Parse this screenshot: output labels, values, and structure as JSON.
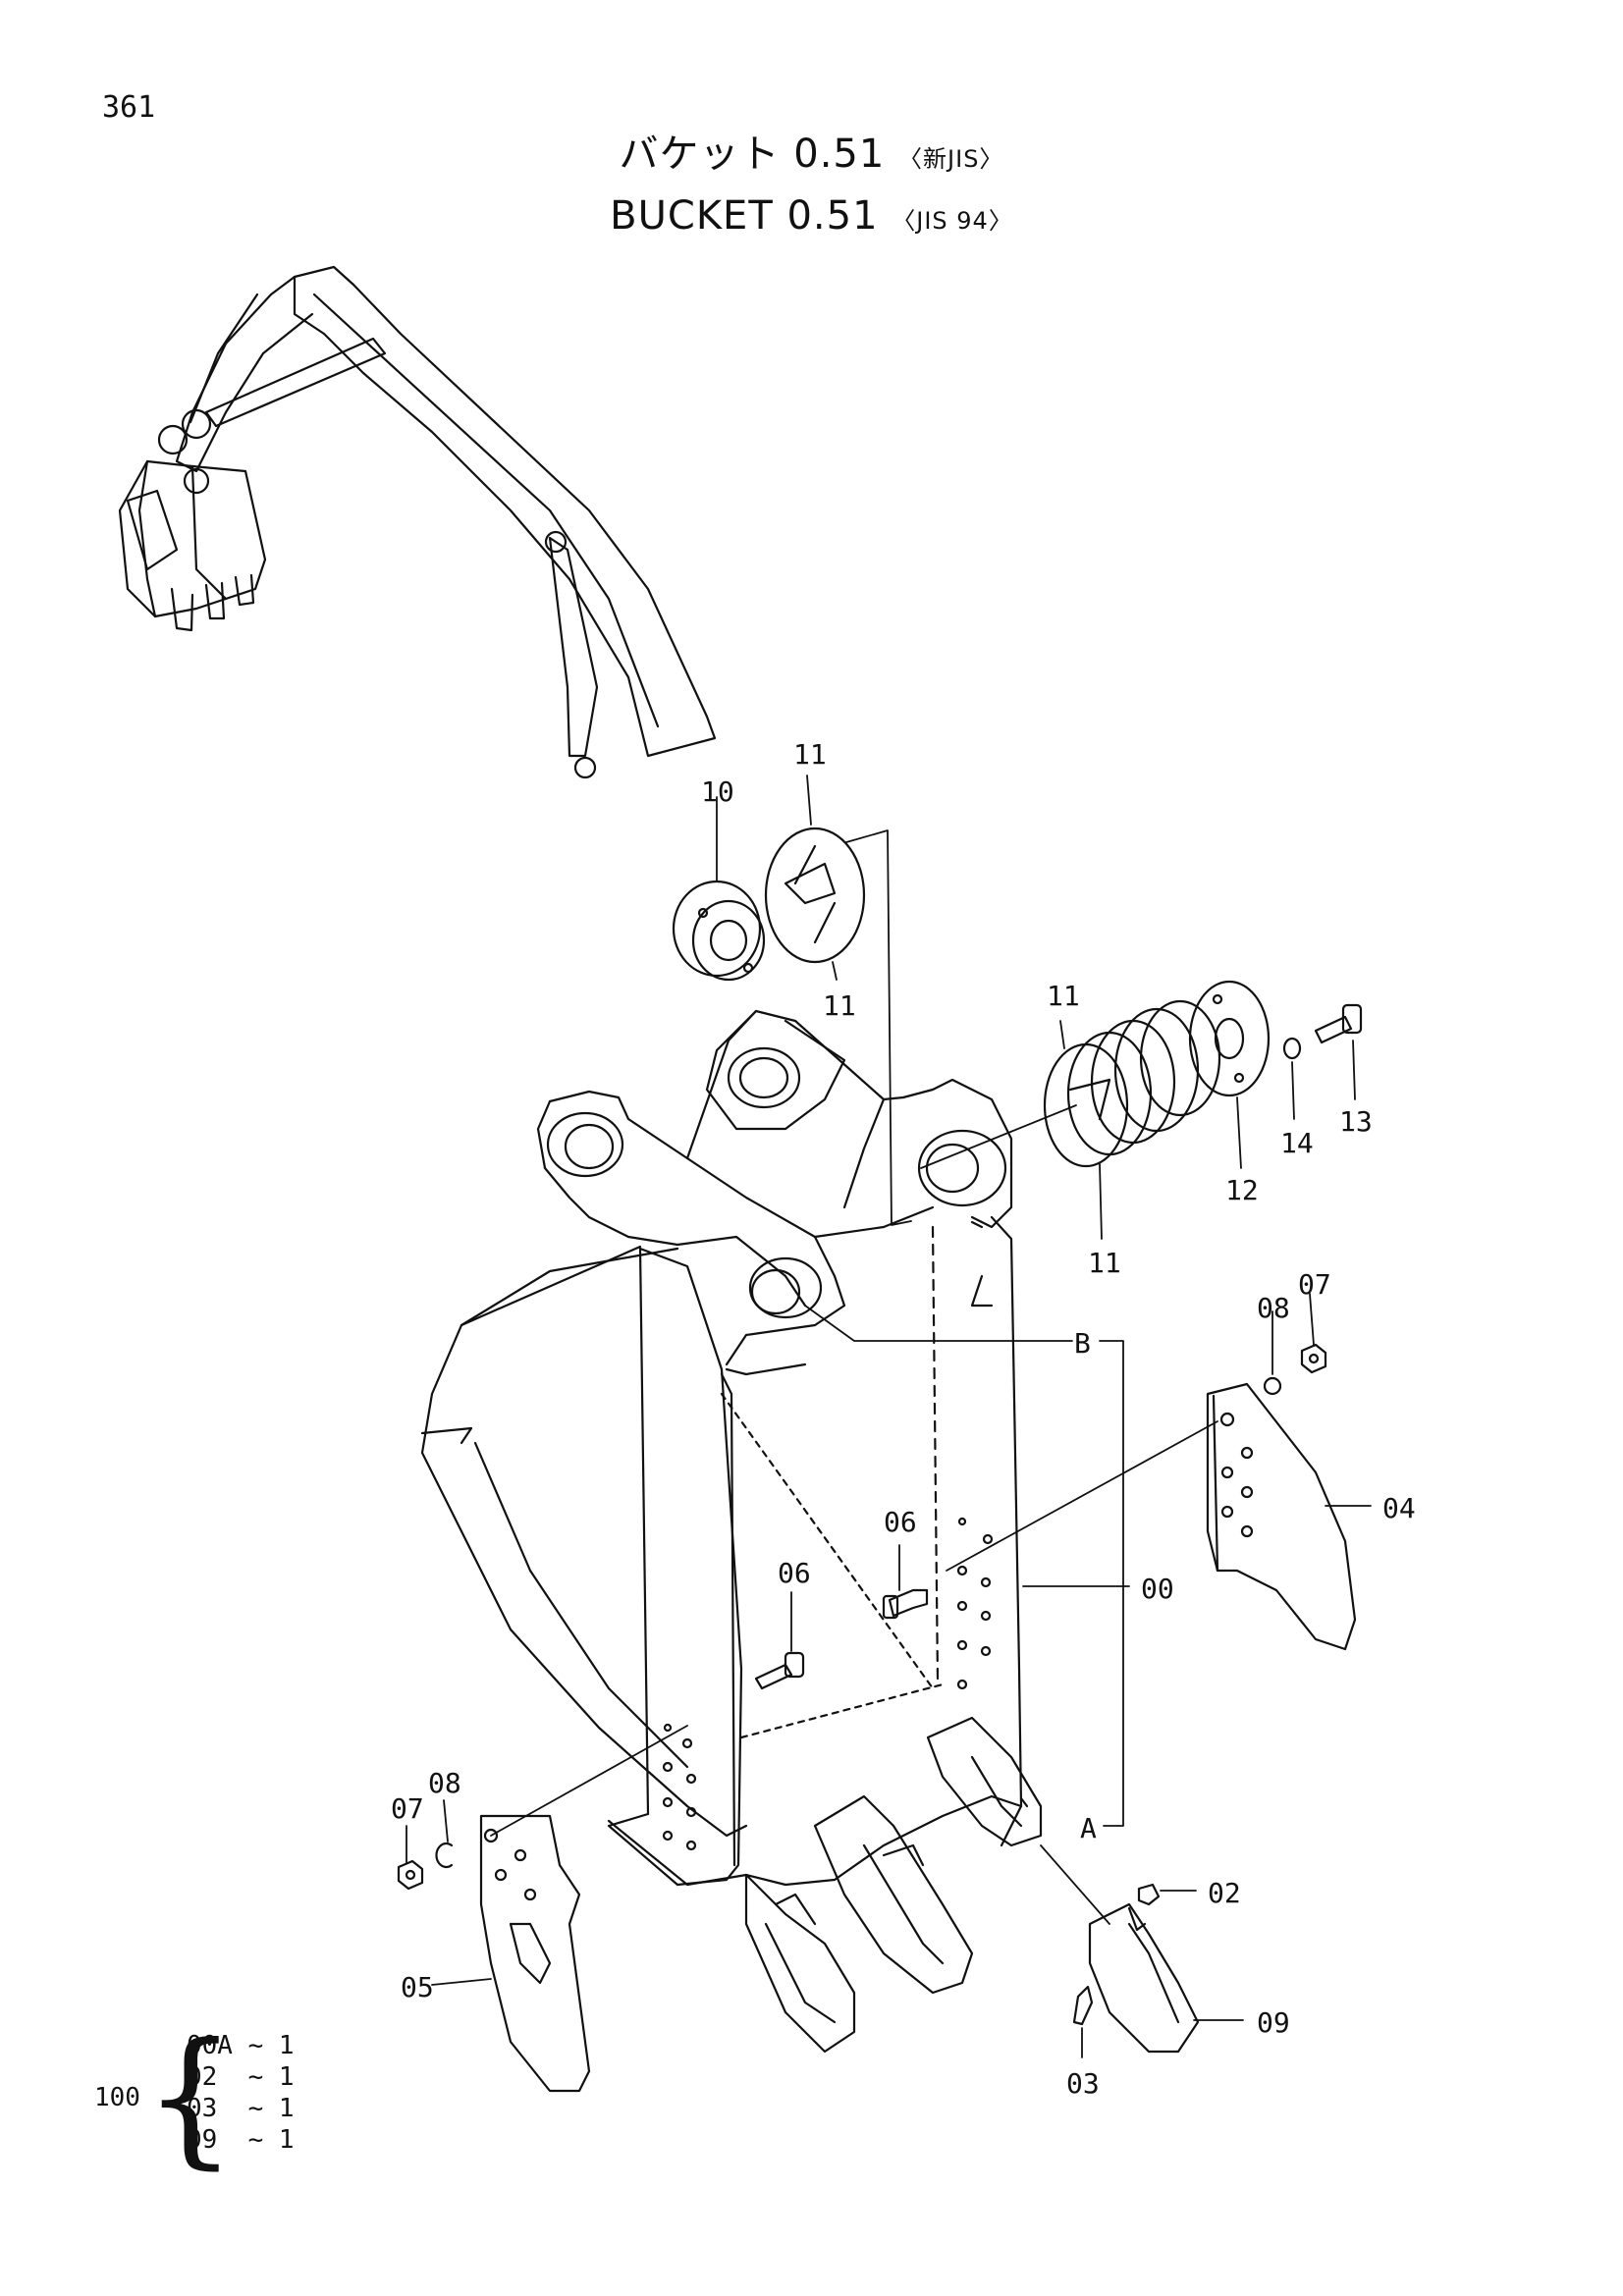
{
  "page_number": "361",
  "title": {
    "jp": "バケット 0.51",
    "jp_note": "〈新JIS〉",
    "en": "BUCKET 0.51",
    "en_note": "〈JIS 94〉"
  },
  "part_labels": {
    "p00": "00",
    "p02": "02",
    "p03": "03",
    "p04": "04",
    "p05": "05",
    "p06_a": "06",
    "p06_b": "06",
    "p07_a": "07",
    "p07_b": "07",
    "p08_a": "08",
    "p08_b": "08",
    "p09": "09",
    "p10": "10",
    "p11_a": "11",
    "p11_b": "11",
    "p11_c": "11",
    "p11_d": "11",
    "p12": "12",
    "p13": "13",
    "p14": "14",
    "ref_a": "A",
    "ref_b": "B"
  },
  "kit": {
    "id": "100",
    "rows": [
      "00A ~ 1",
      "02  ~ 1",
      "03  ~ 1",
      "09  ~ 1"
    ]
  }
}
